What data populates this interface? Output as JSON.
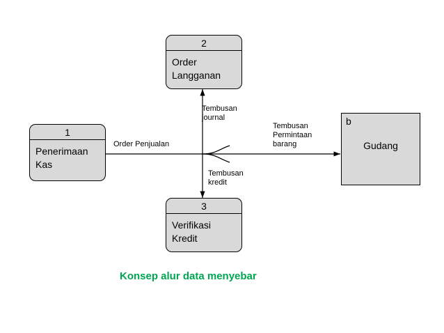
{
  "diagram": {
    "caption": "Konsep alur data menyebar",
    "caption_color": "#00a651",
    "box_fill": "#d9d9d9",
    "processes": [
      {
        "id": "2",
        "name": "Order\nLangganan"
      },
      {
        "id": "1",
        "name": "Penerimaan\nKas"
      },
      {
        "id": "3",
        "name": "Verifikasi\nKredit"
      }
    ],
    "entities": [
      {
        "id": "b",
        "name": "Gudang"
      }
    ],
    "flows": [
      {
        "label": "Order Penjualan"
      },
      {
        "label": "Tembusan\njournal"
      },
      {
        "label": "Tembusan\nPermintaan\nbarang"
      },
      {
        "label": "Tembusan\nkredit"
      }
    ]
  }
}
